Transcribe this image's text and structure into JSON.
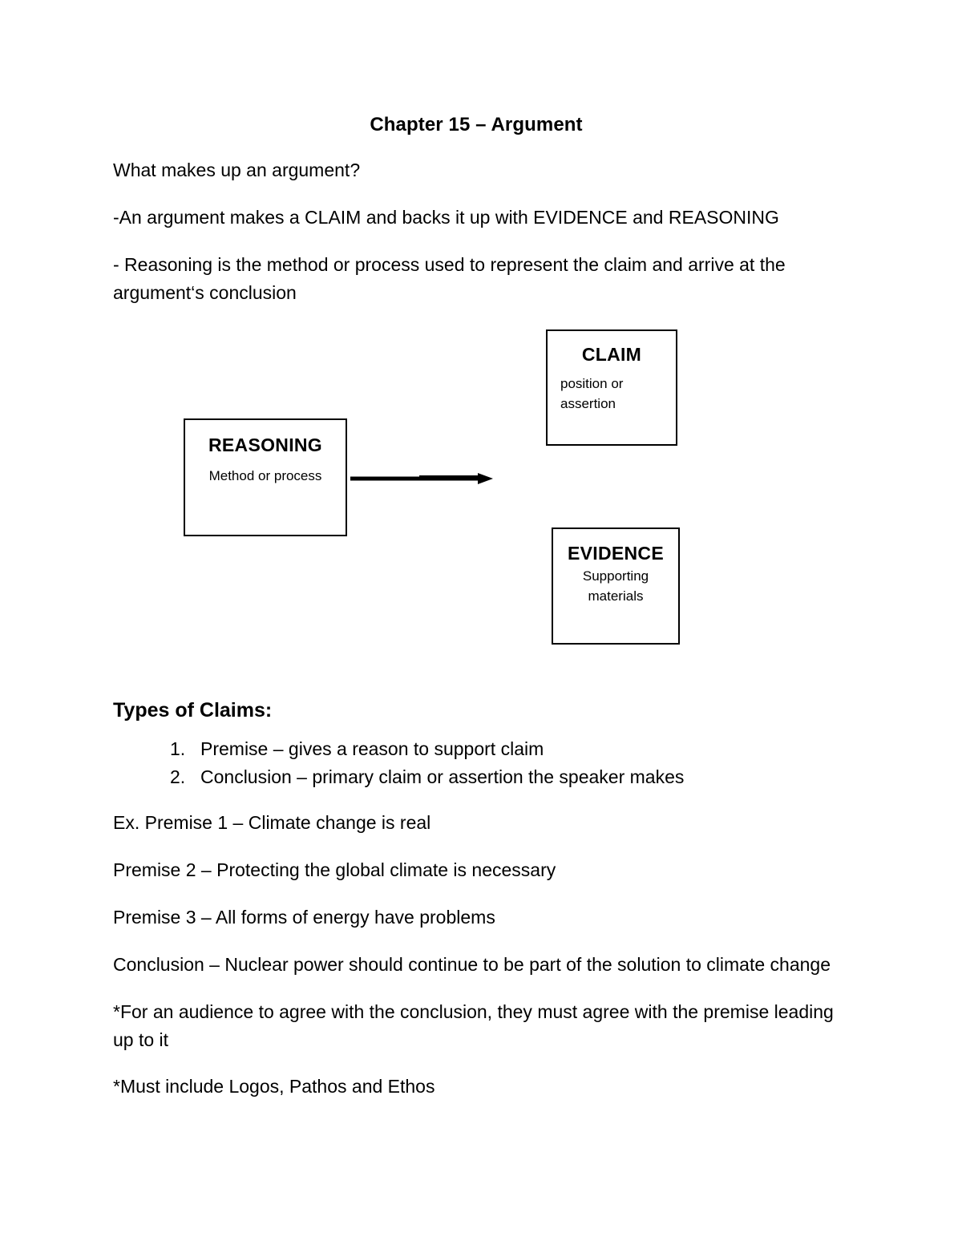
{
  "document": {
    "title": "Chapter 15 – Argument",
    "intro": [
      "What makes up an argument?",
      "-An argument makes a CLAIM and backs it up with EVIDENCE and REASONING",
      "- Reasoning is the method or process used to represent the claim and arrive at the argument‘s conclusion"
    ],
    "diagram": {
      "arrow_label": "arrow-right",
      "boxes": [
        {
          "id": "reasoning",
          "title": "REASONING",
          "subtitle": "Method or process"
        },
        {
          "id": "claim",
          "title": "CLAIM",
          "subtitle_line1": "position or",
          "subtitle_line2": "assertion"
        },
        {
          "id": "evidence",
          "title": "EVIDENCE",
          "subtitle_line1": "Supporting",
          "subtitle_line2": "materials"
        }
      ]
    },
    "section_heading": "Types of Claims:",
    "claim_types": [
      {
        "num": "1.",
        "text": "Premise – gives a reason to support claim"
      },
      {
        "num": "2.",
        "text": "Conclusion – primary claim or assertion the speaker makes"
      }
    ],
    "examples": [
      "Ex. Premise 1 – Climate change is real",
      "Premise 2 – Protecting the global climate is necessary",
      "Premise 3 – All forms of energy have problems",
      "Conclusion – Nuclear power should continue to be part of the solution to climate change",
      "*For an audience to agree with the conclusion, they must agree with the premise leading up to it",
      "*Must include Logos, Pathos and Ethos"
    ]
  },
  "colors": {
    "page_background": "#ffffff",
    "text": "#000000",
    "box_border": "#000000"
  }
}
